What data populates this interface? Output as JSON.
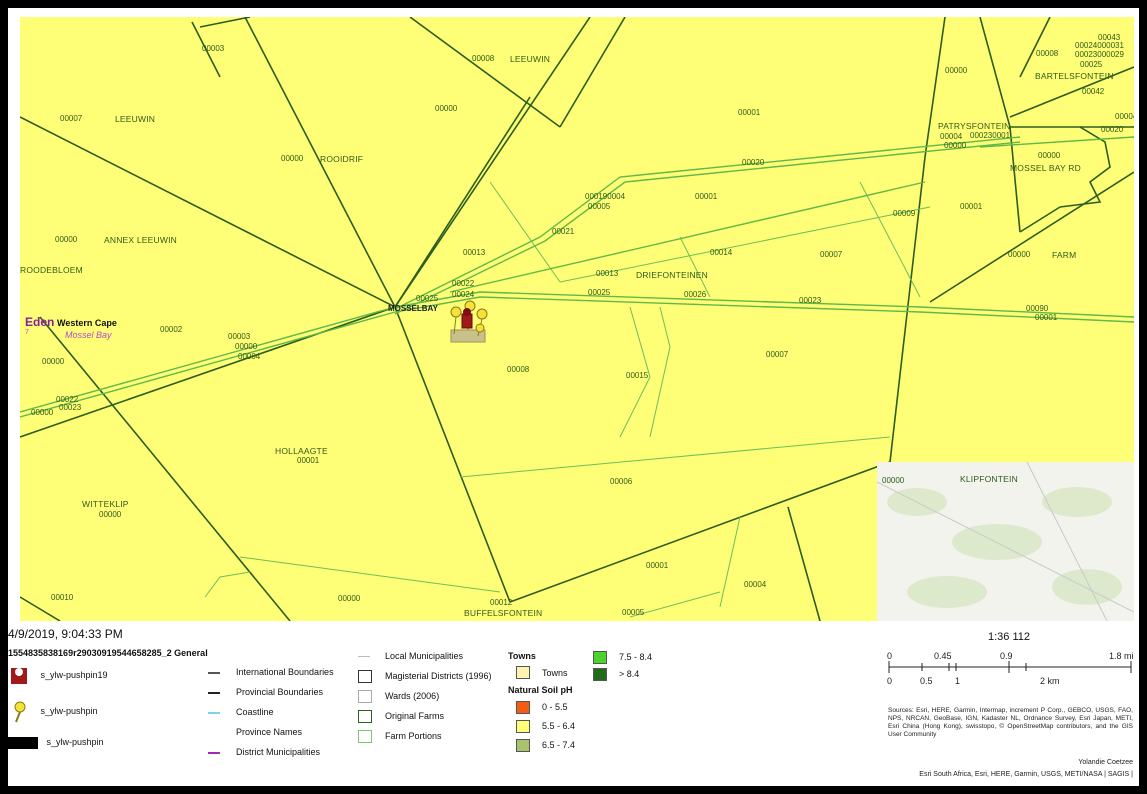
{
  "map": {
    "farm_labels": [
      {
        "id": "farm-00003-nw",
        "text": "00003"
      },
      {
        "id": "farm-00008-top",
        "text": "00008"
      },
      {
        "id": "farm-leeuwin-top",
        "text": "LEEUWIN"
      },
      {
        "id": "farm-00007-leeuwin",
        "text": "00007"
      },
      {
        "id": "farm-leeuwin-left",
        "text": "LEEUWIN"
      },
      {
        "id": "farm-00000-top",
        "text": "00000"
      },
      {
        "id": "farm-00001-top",
        "text": "00001"
      },
      {
        "id": "farm-00000-rooidrif",
        "text": "00000"
      },
      {
        "id": "farm-rooidrif",
        "text": "ROOIDRIF"
      },
      {
        "id": "farm-00020",
        "text": "00020"
      },
      {
        "id": "farm-00000-annex",
        "text": "00000"
      },
      {
        "id": "farm-annex-leeuwin",
        "text": "ANNEX LEEUWIN"
      },
      {
        "id": "farm-roodebloem",
        "text": "ROODEBLOEM"
      },
      {
        "id": "farm-00001900004",
        "text": "000190004"
      },
      {
        "id": "farm-00005",
        "text": "00005"
      },
      {
        "id": "farm-00001-mid",
        "text": "00001"
      },
      {
        "id": "farm-00021",
        "text": "00021"
      },
      {
        "id": "farm-00013-upper",
        "text": "00013"
      },
      {
        "id": "farm-00014",
        "text": "00014"
      },
      {
        "id": "farm-00009",
        "text": "00009"
      },
      {
        "id": "farm-00007-east",
        "text": "00007"
      },
      {
        "id": "farm-00013-lower",
        "text": "00013"
      },
      {
        "id": "farm-driefontein",
        "text": "DRIEFONTEINEN"
      },
      {
        "id": "farm-00022-centre",
        "text": "00022"
      },
      {
        "id": "farm-00024",
        "text": "00024"
      },
      {
        "id": "farm-00025-a",
        "text": "00025"
      },
      {
        "id": "farm-00025-b",
        "text": "00025"
      },
      {
        "id": "farm-00026",
        "text": "00026"
      },
      {
        "id": "farm-00023-east",
        "text": "00023"
      },
      {
        "id": "farm-00002",
        "text": "00002"
      },
      {
        "id": "farm-00003-mid",
        "text": "00003"
      },
      {
        "id": "farm-00000-mid",
        "text": "00000"
      },
      {
        "id": "farm-00004-mid",
        "text": "00004"
      },
      {
        "id": "farm-00000-west",
        "text": "00000"
      },
      {
        "id": "farm-00008-centre",
        "text": "00008"
      },
      {
        "id": "farm-00015",
        "text": "00015"
      },
      {
        "id": "farm-00007-se",
        "text": "00007"
      },
      {
        "id": "farm-00022-west",
        "text": "00022"
      },
      {
        "id": "farm-00000-coast",
        "text": "00000"
      },
      {
        "id": "farm-00023-west",
        "text": "00023"
      },
      {
        "id": "farm-hollaagte",
        "text": "HOLLAAGTE"
      },
      {
        "id": "farm-00001-hollaagte",
        "text": "00001"
      },
      {
        "id": "farm-00006",
        "text": "00006"
      },
      {
        "id": "farm-witteklip",
        "text": "WITTEKLIP"
      },
      {
        "id": "farm-00000-witteklip",
        "text": "00000"
      },
      {
        "id": "farm-00001-south",
        "text": "00001"
      },
      {
        "id": "farm-00004-south",
        "text": "00004"
      },
      {
        "id": "farm-00010",
        "text": "00010"
      },
      {
        "id": "farm-00000-south",
        "text": "00000"
      },
      {
        "id": "farm-00012",
        "text": "00012"
      },
      {
        "id": "farm-buffelsfontein",
        "text": "BUFFELSFONTEIN"
      },
      {
        "id": "farm-00005-south",
        "text": "00005"
      },
      {
        "id": "farm-00000-inset",
        "text": "00000"
      },
      {
        "id": "farm-klipfontein",
        "text": "KLIPFONTEIN"
      },
      {
        "id": "farm-00000-ne",
        "text": "00000"
      },
      {
        "id": "farm-00008-ne",
        "text": "00008"
      },
      {
        "id": "farm-bartelsfontein",
        "text": "BARTELSFONTEIN"
      },
      {
        "id": "farm-00043",
        "text": "00043"
      },
      {
        "id": "farm-cluster-1",
        "text": "00024000031"
      },
      {
        "id": "farm-cluster-2",
        "text": "00023000029"
      },
      {
        "id": "farm-00025-ne",
        "text": "00025"
      },
      {
        "id": "farm-00042",
        "text": "00042"
      },
      {
        "id": "farm-00004-ne",
        "text": "00004"
      },
      {
        "id": "farm-00020-ne",
        "text": "00020"
      },
      {
        "id": "farm-patrysfontein",
        "text": "PATRYSFONTEIN"
      },
      {
        "id": "farm-00004-pat",
        "text": "00004"
      },
      {
        "id": "farm-00000-pat",
        "text": "00000"
      },
      {
        "id": "farm-0000230001",
        "text": "000230001"
      },
      {
        "id": "farm-00000-msrd",
        "text": "00000"
      },
      {
        "id": "farm-mossel-bay-rd",
        "text": "MOSSEL BAY RD"
      },
      {
        "id": "farm-00001-east",
        "text": "00001"
      },
      {
        "id": "farm-00000-farm",
        "text": "00000"
      },
      {
        "id": "farm-farm",
        "text": "FARM"
      },
      {
        "id": "farm-00090",
        "text": "00090"
      },
      {
        "id": "farm-00001-far-east",
        "text": "00001"
      }
    ],
    "town_label": "MOSSELBAY",
    "district_label": "Eden",
    "district_number": "7",
    "province_label": "Western Cape",
    "municipality_label": "Mossel Bay"
  },
  "legend": {
    "timestamp": "4/9/2019, 9:04:33 PM",
    "layer_title": "1554835838169r29030919544658285_2 General",
    "pushpin19": "s_ylw-pushpin19",
    "pushpin": "s_ylw-pushpin",
    "pushpin_black": "s_ylw-pushpin",
    "boundaries": [
      {
        "label": "International Boundaries",
        "color": "#555555"
      },
      {
        "label": "Provincial Boundaries",
        "color": "#222222"
      },
      {
        "label": "Coastline",
        "color": "#7fd3e6"
      },
      {
        "label": "Province Names",
        "color": ""
      },
      {
        "label": "District Municipalities",
        "color": "#9b2fae"
      }
    ],
    "admin": [
      {
        "label": "Local Municipalities",
        "kind": "line",
        "color": "#bbbbbb"
      },
      {
        "label": "Magisterial Districts (1996)",
        "kind": "box",
        "color": "#333333"
      },
      {
        "label": "Wards (2006)",
        "kind": "box",
        "color": "#aaaaaa"
      },
      {
        "label": "Original Farms",
        "kind": "box",
        "color": "#2b5e1d"
      },
      {
        "label": "Farm Portions",
        "kind": "box",
        "color": "#7cc86e"
      }
    ],
    "towns_title": "Towns",
    "towns_label": "Towns",
    "soil_title": "Natural Soil pH",
    "soil_classes": [
      {
        "label": "0 - 5.5",
        "color": "#f25c14"
      },
      {
        "label": "5.5 - 6.4",
        "color": "#ffff77"
      },
      {
        "label": "6.5 - 7.4",
        "color": "#a8c26e"
      },
      {
        "label": "7.5 - 8.4",
        "color": "#4cd32a"
      },
      {
        "label": "> 8.4",
        "color": "#1f6b1a"
      }
    ],
    "scale_ratio": "1:36 112",
    "scale_mi": [
      "0",
      "0.45",
      "0.9",
      "1.8 mi"
    ],
    "scale_km": [
      "0",
      "0.5",
      "1",
      "2 km"
    ],
    "sources": "Sources: Esri, HERE, Garmin, Intermap, increment P Corp., GEBCO, USGS, FAO, NPS, NRCAN, GeoBase, IGN, Kadaster NL, Ordnance Survey, Esri Japan, METI, Esri China (Hong Kong), swisstopo, © OpenStreetMap contributors, and the GIS User Community",
    "author": "Yolandie Coetzee",
    "credits": "Esri South Africa, Esri, HERE, Garmin, USGS, METI/NASA | SAGIS |"
  }
}
